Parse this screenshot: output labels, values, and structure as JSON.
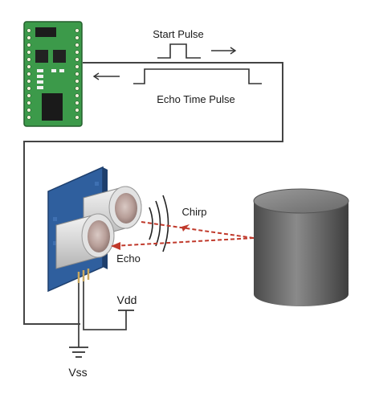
{
  "labels": {
    "start_pulse": "Start Pulse",
    "echo_time_pulse": "Echo Time Pulse",
    "chirp": "Chirp",
    "echo": "Echo",
    "vdd": "Vdd",
    "vss": "Vss"
  },
  "colors": {
    "pcb_green": "#3c9a4a",
    "sensor_board_blue": "#2f5f9e",
    "transducer_silver": "#dcdcdc",
    "beam_red": "#c0392b",
    "cylinder_gray": "#6e6e6e",
    "wire": "#444444"
  }
}
